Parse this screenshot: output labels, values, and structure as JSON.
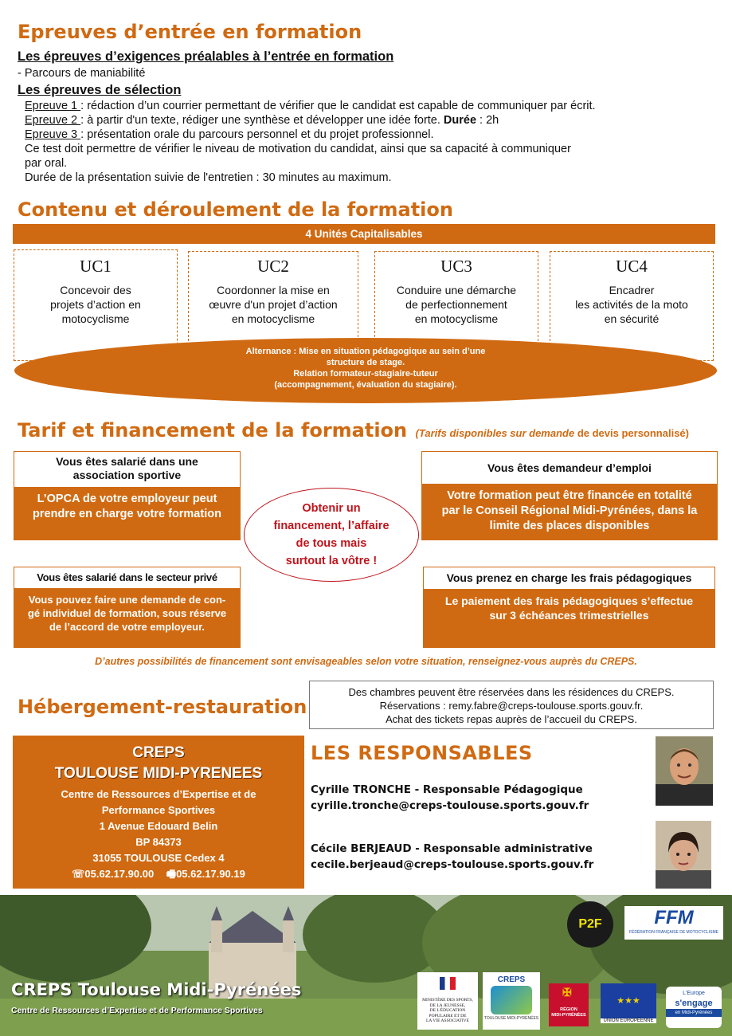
{
  "section1": {
    "title": "Epreuves d’entrée en formation",
    "prereq_heading": "Les épreuves d’exigences préalables à l’entrée en formation",
    "prereq_item": "- Parcours de maniabilité",
    "selection_heading": "Les épreuves de sélection",
    "e1_label": "Epreuve 1 ",
    "e1_text": ": rédaction d’un courrier permettant de vérifier que le candidat est capable de communiquer par écrit.",
    "e2_label": "Epreuve 2 ",
    "e2_text": ": à partir d'un texte, rédiger une synthèse et développer une idée forte. ",
    "e2_duree_label": "Durée",
    "e2_duree_value": " : 2h",
    "e3_label": "Epreuve 3 ",
    "e3_text": ": présentation orale du parcours personnel et du projet professionnel.",
    "test_line1": "Ce test doit permettre de vérifier le niveau de motivation du candidat, ainsi que sa capacité à communiquer",
    "test_line2": "par oral.",
    "duration_line": "Durée de la présentation suivie de l'entretien : 30 minutes au maximum."
  },
  "section2": {
    "title": "Contenu et déroulement de la formation",
    "bar_label": "4 Unités Capitalisables",
    "units": [
      {
        "code": "UC1",
        "l1": "Concevoir des",
        "l2": "projets d’action en",
        "l3": "motocyclisme"
      },
      {
        "code": "UC2",
        "l1": "Coordonner la mise en",
        "l2": "œuvre d'un projet d’action",
        "l3": "en motocyclisme"
      },
      {
        "code": "UC3",
        "l1": "Conduire une démarche",
        "l2": "de perfectionnement",
        "l3": "en motocyclisme"
      },
      {
        "code": "UC4",
        "l1": "Encadrer",
        "l2": "les activités de la moto",
        "l3": "en sécurité"
      }
    ],
    "ellipse_l1": "Alternance : Mise en situation pédagogique au sein d’une",
    "ellipse_l2": "structure de stage.",
    "ellipse_l3": "Relation formateur-stagiaire-tuteur",
    "ellipse_l4": "(accompagnement, évaluation du stagiaire)."
  },
  "section3": {
    "title": "Tarif et financement de la formation",
    "subtitle_italic": "(Tarifs disponibles sur demande",
    "subtitle_rest": " de devis personnalisé)",
    "box1_head_l1": "Vous êtes salarié dans une",
    "box1_head_l2": "association sportive",
    "box1_body_l1": "L’OPCA de votre employeur peut",
    "box1_body_l2": "prendre en charge votre formation",
    "box2_head": "Vous êtes demandeur d’emploi",
    "box2_body_l1": "Votre formation peut être financée en totalité",
    "box2_body_l2": "par le Conseil Régional Midi-Pyrénées, dans la",
    "box2_body_l3": "limite des places disponibles",
    "center_l1": "Obtenir un",
    "center_l2": "financement, l’affaire",
    "center_l3": "de tous mais",
    "center_l4": "surtout la vôtre !",
    "box3_head": "Vous êtes salarié  dans le secteur privé",
    "box3_body_l1": "Vous pouvez faire une demande de con-",
    "box3_body_l2": "gé individuel de formation, sous réserve",
    "box3_body_l3": "de l’accord de votre employeur.",
    "box4_head": "Vous prenez en charge les frais pédagogiques",
    "box4_body_l1": "Le paiement des frais pédagogiques s’effectue",
    "box4_body_l2": "sur 3 échéances trimestrielles",
    "note": "D’autres possibilités de financement sont envisageables selon votre situation, renseignez-vous auprès du CREPS."
  },
  "section4": {
    "title": "Hébergement-restauration",
    "box_l1": "Des chambres peuvent être réservées dans les résidences du CREPS.",
    "box_l2": "Réservations : remy.fabre@creps-toulouse.sports.gouv.fr.",
    "box_l3": "Achat des tickets repas auprès de l’accueil du CREPS."
  },
  "address": {
    "l1": "CREPS",
    "l2": "TOULOUSE MIDI-PYRENEES",
    "l3": "Centre de Ressources d’Expertise et de",
    "l4": "Performance Sportives",
    "l5": "1 Avenue Edouard Belin",
    "l6": "BP 84373",
    "l7": "31055 TOULOUSE Cedex 4",
    "phone": "05.62.17.90.00",
    "fax": "05.62.17.90.19",
    "phone_icon": "☏",
    "fax_icon": "🖷"
  },
  "responsables": {
    "title": "LES RESPONSABLES",
    "p1_name": "Cyrille TRONCHE - Responsable Pédagogique",
    "p1_mail": "cyrille.tronche@creps-toulouse.sports.gouv.fr",
    "p2_name": "Cécile BERJEAUD - Responsable administrative",
    "p2_mail": "cecile.berjeaud@creps-toulouse.sports.gouv.fr"
  },
  "footer": {
    "title": "CREPS Toulouse Midi-Pyrénées",
    "subtitle": "Centre de Ressources d’Expertise et de Performance Sportives",
    "logo_p2f": "P2F",
    "logo_ffm": "FFM",
    "logo_ffm_sub": "FÉDÉRATION FRANÇAISE DE MOTOCYCLISME",
    "logo_min_l1": "MINISTÈRE DES SPORTS,",
    "logo_min_l2": "DE LA JEUNESSE,",
    "logo_min_l3": "DE L'ÉDUCATION",
    "logo_min_l4": "POPULAIRE ET DE",
    "logo_min_l5": "LA VIE ASSOCIATIVE",
    "logo_creps": "CREPS",
    "logo_creps_sub": "TOULOUSE MIDI-PYRÉNÉES",
    "logo_region_l1": "RÉGION",
    "logo_region_l2": "MIDI-PYRÉNÉES",
    "logo_ue": "UNION EUROPÉENNE",
    "logo_europe_l1": "L'Europe",
    "logo_europe_l2": "s'engage",
    "logo_europe_l3": "en Midi-Pyrénées"
  },
  "colors": {
    "accent": "#d06a12",
    "red": "#c0141b"
  }
}
